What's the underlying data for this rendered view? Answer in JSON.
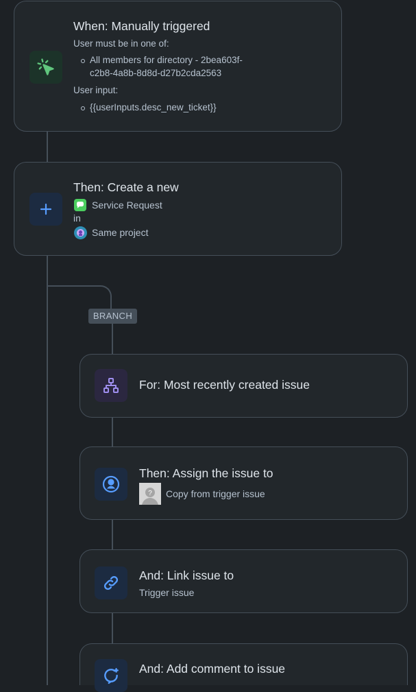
{
  "trigger": {
    "title": "When: Manually triggered",
    "user_label": "User must be in one of:",
    "user_item_line1": "All members for directory - 2bea603f-",
    "user_item_line2": "c2b8-4a8b-8d8d-d27b2cda2563",
    "input_label": "User input:",
    "input_item": "{{userInputs.desc_new_ticket}}"
  },
  "create": {
    "title": "Then: Create a new",
    "issue_type": "Service Request",
    "in_label": "in",
    "project": "Same project"
  },
  "branch_label": "BRANCH",
  "for_each": {
    "title": "For: Most recently created issue"
  },
  "assign": {
    "title": "Then: Assign the issue to",
    "assignee": "Copy from trigger issue"
  },
  "link": {
    "title": "And: Link issue to",
    "target": "Trigger issue"
  },
  "comment": {
    "title": "And: Add comment to issue"
  },
  "colors": {
    "background": "#1d2125",
    "card": "#22272b",
    "border": "#454f59",
    "trigger_icon": "#60c67d",
    "blue_icon": "#579dff",
    "purple_icon": "#9f8fef"
  }
}
